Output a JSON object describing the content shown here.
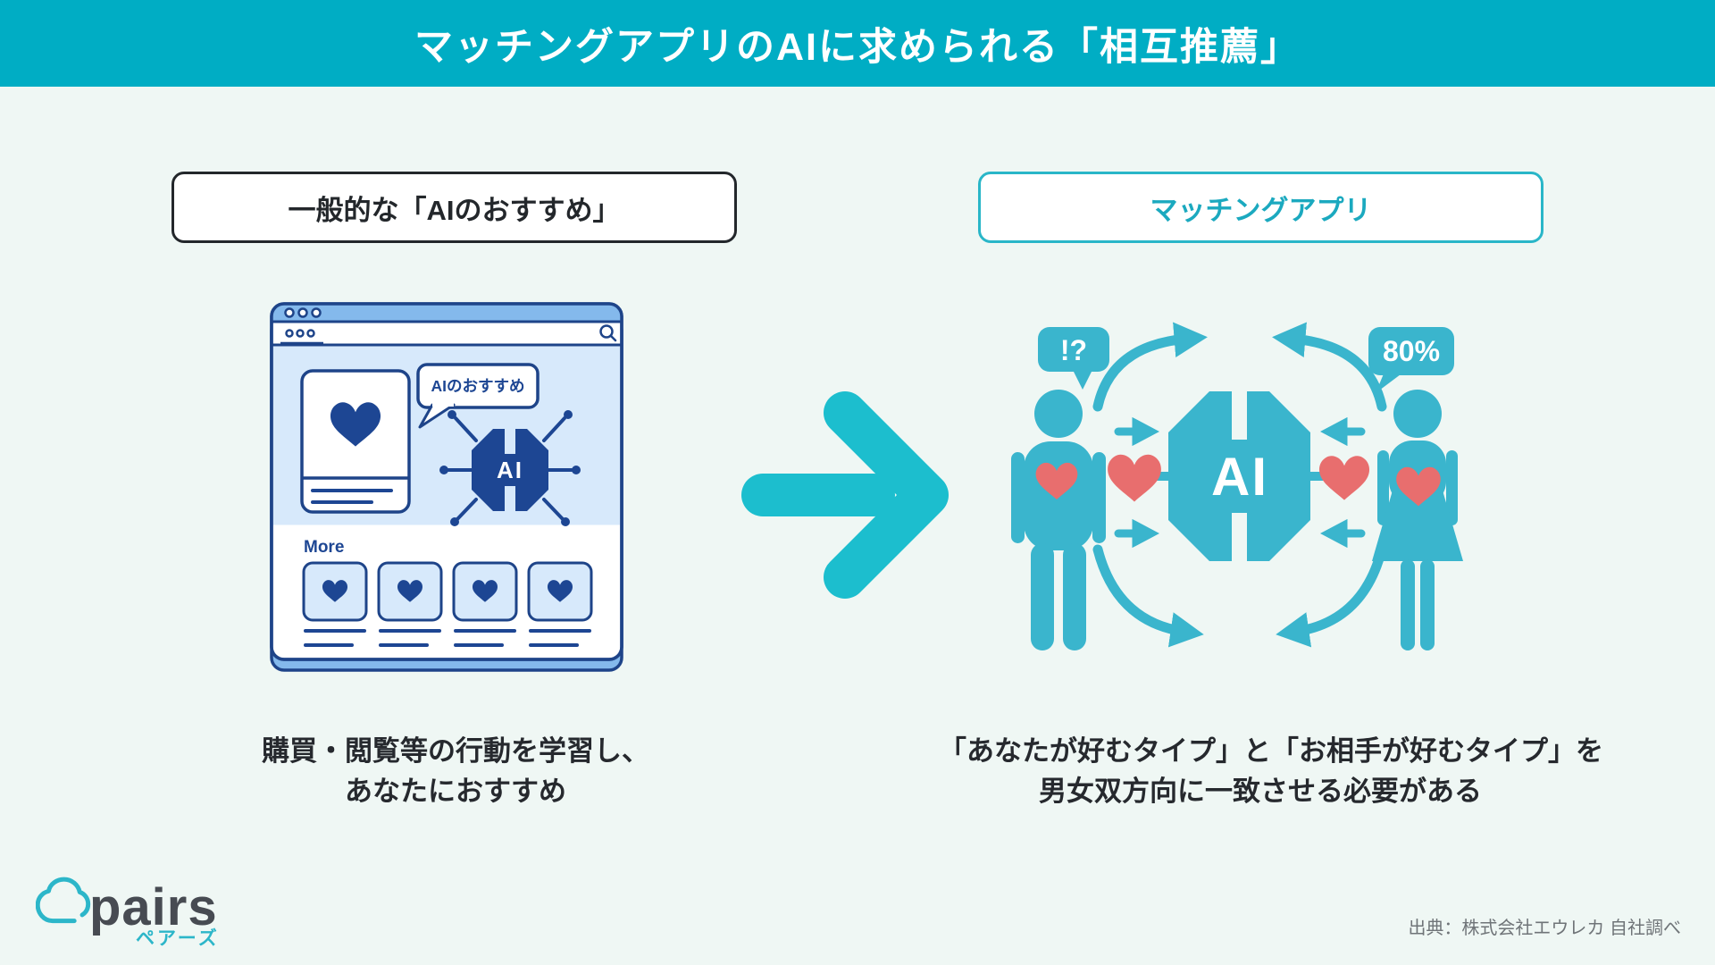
{
  "header": {
    "title": "マッチングアプリのAIに求められる「相互推薦」"
  },
  "left_panel": {
    "label": "一般的な「AIのおすすめ」",
    "browser": {
      "bubble": "AIのおすすめ",
      "chip": "AI",
      "more": "More"
    },
    "caption": {
      "line1": "購買・閲覧等の行動を学習し、",
      "line2": "あなたにおすすめ"
    }
  },
  "right_panel": {
    "label": "マッチングアプリ",
    "man_bubble": "!?",
    "woman_bubble": "80%",
    "chip": "AI",
    "caption": {
      "line1": "「あなたが好むタイプ」と「お相手が好むタイプ」を",
      "line2": "男女双方向に一致させる必要がある"
    }
  },
  "footer": {
    "logo": {
      "name": "pairs",
      "kana": "ペアーズ"
    },
    "source": "出典：株式会社エウレカ 自社調べ"
  },
  "colors": {
    "header_bg": "#00ADC4",
    "page_bg": "#EFF7F4",
    "figure_teal": "#3AB5CD",
    "arrow_teal": "#1CBECE",
    "navy": "#1E4489",
    "navy_fill": "#1D4693",
    "light_blue": "#D7E9FB",
    "browser_bar_blue": "#84B9EC",
    "heart_red": "#E86E6E",
    "text_dark": "#26292E",
    "source_gray": "#6F7478"
  }
}
